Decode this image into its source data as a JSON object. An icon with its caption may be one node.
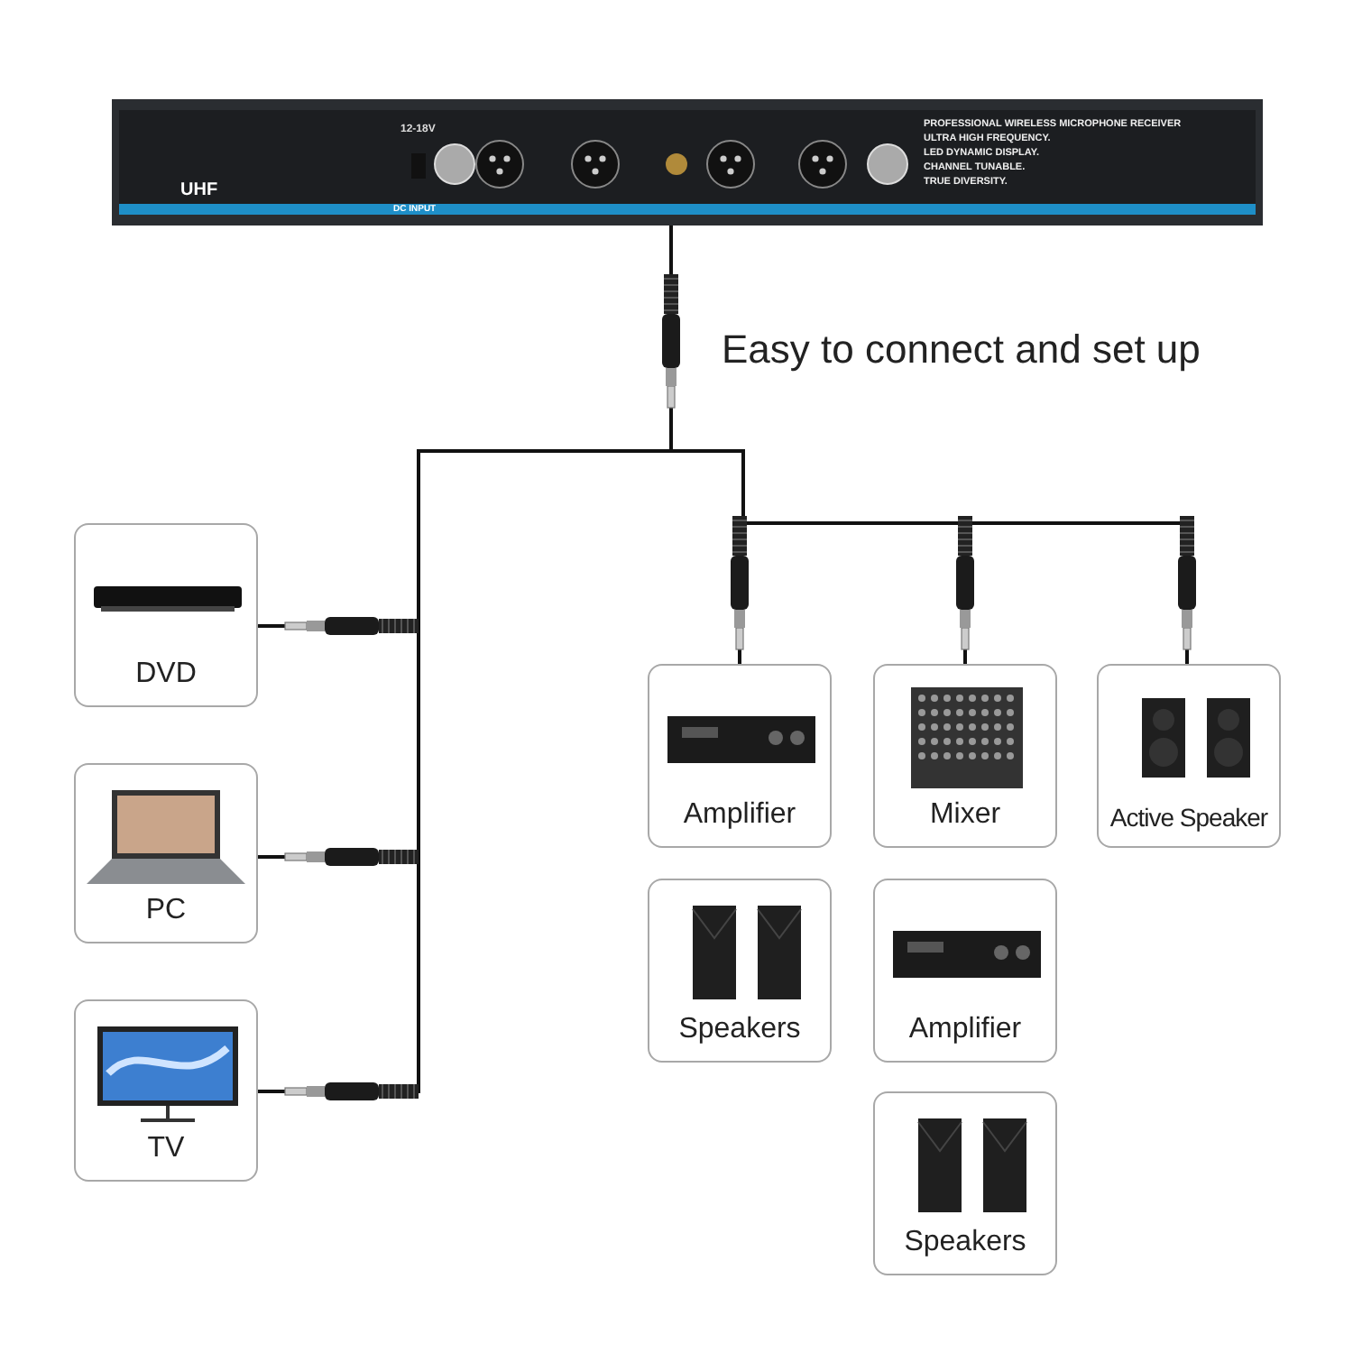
{
  "diagram": {
    "nodes": [
      {
        "text": [],
        "shape": "picture"
      },
      {
        "text": [
          "DVD"
        ]
      },
      {
        "text": [
          "PC"
        ]
      },
      {
        "text": [
          "TV"
        ]
      },
      {
        "text": [
          "Amplifier"
        ]
      },
      {
        "text": [
          "Mixer"
        ]
      },
      {
        "text": [
          "Active Speaker"
        ]
      },
      {
        "text": [
          "Speakers"
        ]
      },
      {
        "text": [
          "Amplifier"
        ]
      },
      {
        "text": [
          "Speakers"
        ]
      }
    ],
    "edges": [
      {
        "from": 0,
        "to": 1,
        "arrow": "none"
      },
      {
        "from": 0,
        "to": 2,
        "arrow": "none"
      },
      {
        "from": 0,
        "to": 3,
        "arrow": "none"
      },
      {
        "from": 0,
        "to": 4,
        "arrow": "none"
      },
      {
        "from": 0,
        "to": 5,
        "arrow": "none"
      },
      {
        "from": 0,
        "to": 6,
        "arrow": "none"
      }
    ],
    "labels": [
      "UHF",
      "12-18V",
      "PROFESSIONAL WIRELESS MICROPHONE RECEIVER",
      "ULTRA HIGH FREQUENCY.",
      "LED DYNAMIC DISPLAY.",
      "CHANNEL TUNABLE.",
      "TRUE DIVERSITY.",
      "DC INPUT",
      "Easy to connect and set up"
    ]
  }
}
